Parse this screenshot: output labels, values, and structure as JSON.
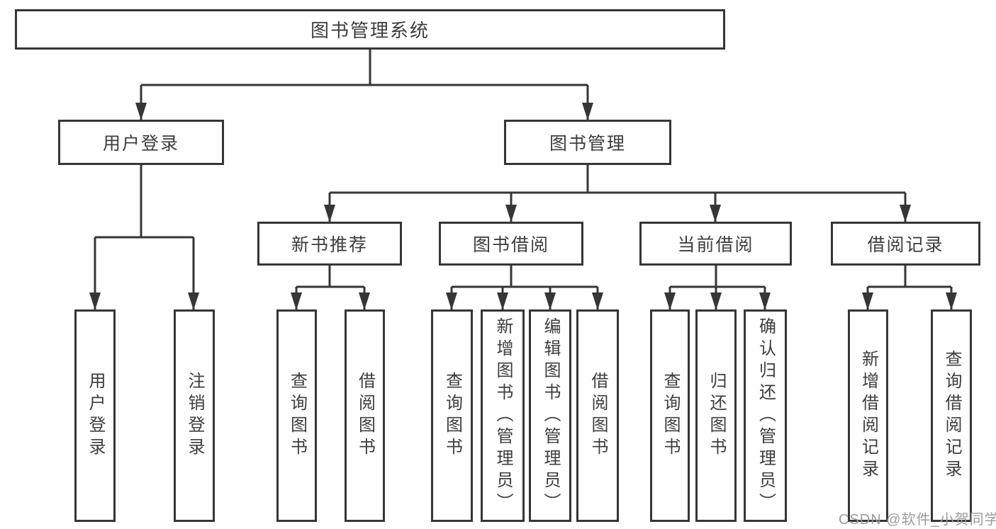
{
  "diagram": {
    "watermark": "CSDN @软件_小贺同学",
    "colors": {
      "line": "#363636",
      "node_border": "#363636",
      "node_text": "#3d3d3d",
      "background": "#ffffff",
      "watermark": "#9c9c9c"
    },
    "tree": {
      "label": "图书管理系统",
      "children": [
        {
          "label": "用户登录",
          "children": [
            {
              "label": "用户登录"
            },
            {
              "label": "注销登录"
            }
          ]
        },
        {
          "label": "图书管理",
          "children": [
            {
              "label": "新书推荐",
              "children": [
                {
                  "label": "查询图书"
                },
                {
                  "label": "借阅图书"
                }
              ]
            },
            {
              "label": "图书借阅",
              "children": [
                {
                  "label": "查询图书"
                },
                {
                  "label": "新增图书（管理员）"
                },
                {
                  "label": "编辑图书（管理员）"
                },
                {
                  "label": "借阅图书"
                }
              ]
            },
            {
              "label": "当前借阅",
              "children": [
                {
                  "label": "查询图书"
                },
                {
                  "label": "归还图书"
                },
                {
                  "label": "确认归还（管理员）"
                }
              ]
            },
            {
              "label": "借阅记录",
              "children": [
                {
                  "label": "新增借阅记录"
                },
                {
                  "label": "查询借阅记录"
                }
              ]
            }
          ]
        }
      ]
    }
  }
}
